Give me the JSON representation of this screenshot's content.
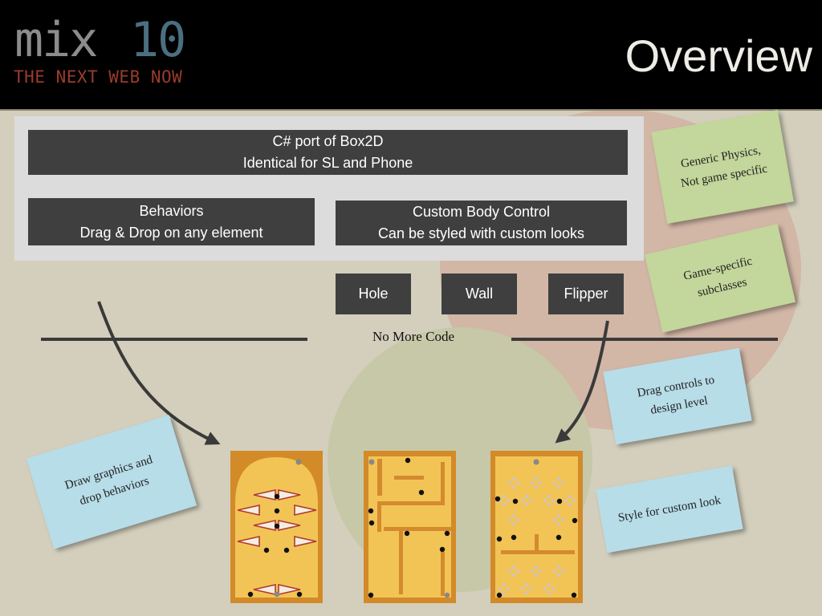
{
  "header": {
    "logo_mix": "mix",
    "logo_number": "10",
    "logo_tagline": "THE NEXT WEB NOW",
    "title": "Overview"
  },
  "stack": {
    "core_line1": "C# port of Box2D",
    "core_line2": "Identical for SL and Phone",
    "behaviors_line1": "Behaviors",
    "behaviors_line2": "Drag & Drop on any element",
    "body_line1": "Custom Body Control",
    "body_line2": "Can be styled with custom looks",
    "subclasses": [
      "Hole",
      "Wall",
      "Flipper"
    ]
  },
  "divider": {
    "label": "No More Code"
  },
  "notes": {
    "generic_physics_line1": "Generic Physics,",
    "generic_physics_line2": "Not game specific",
    "game_specific_line1": "Game-specific",
    "game_specific_line2": "subclasses",
    "drag_controls_line1": "Drag controls to",
    "drag_controls_line2": "design level",
    "style_custom": "Style for custom look",
    "draw_graphics_line1": "Draw graphics and",
    "draw_graphics_line2": "drop behaviors"
  },
  "colors": {
    "background": "#d4cfbd",
    "header": "#000000",
    "box": "#3f3f3f",
    "panel": "#dcdcdc",
    "note_green": "#c3d69b",
    "note_blue": "#b7dde8",
    "board_wood": "#f2c456",
    "board_frame": "#d38a28",
    "logo_gray": "#8c8c8c",
    "logo_blue": "#4b6f80",
    "logo_red": "#9b3c2a"
  },
  "icons": [
    "arrow-left-curve-icon",
    "arrow-right-curve-icon",
    "pinball-board-icon",
    "maze-board-icon",
    "peg-board-icon"
  ]
}
